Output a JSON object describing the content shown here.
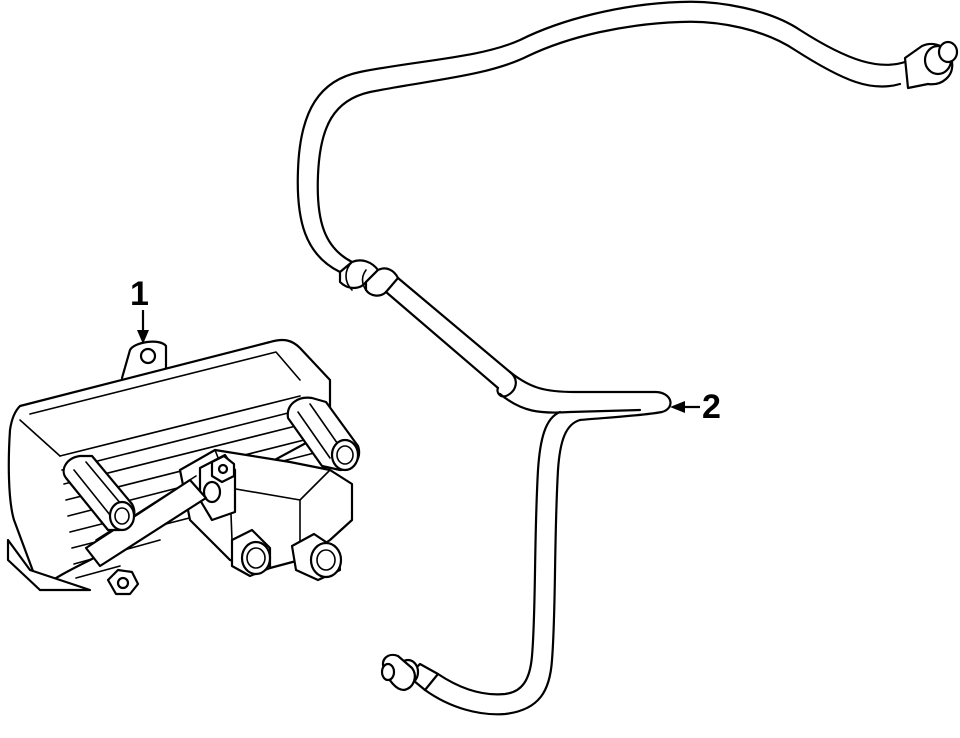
{
  "callouts": [
    {
      "id": "1",
      "label": "1"
    },
    {
      "id": "2",
      "label": "2"
    }
  ],
  "parts": {
    "part_1": "oil-cooler-assembly",
    "part_2": "cooler-line-tube"
  },
  "colors": {
    "line": "#000000",
    "background": "#ffffff"
  }
}
